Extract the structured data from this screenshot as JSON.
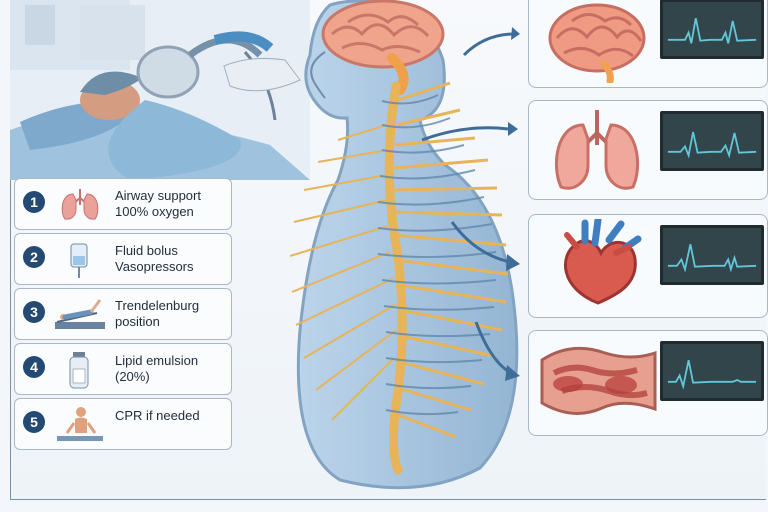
{
  "steps": [
    {
      "number": "1",
      "label": "Airway support\n100% oxygen",
      "icon": "lungs-icon"
    },
    {
      "number": "2",
      "label": "Fluid bolus\nVasopressors",
      "icon": "iv-bag-icon"
    },
    {
      "number": "3",
      "label": "Trendelenburg\nposition",
      "icon": "patient-bed-icon"
    },
    {
      "number": "4",
      "label": "Lipid emulsion\n(20%)",
      "icon": "vial-icon"
    },
    {
      "number": "5",
      "label": "CPR if needed",
      "icon": "cpr-icon"
    }
  ],
  "organs": [
    {
      "name": "brain-icon",
      "monitor": "ecg-monitor"
    },
    {
      "name": "lungs-icon",
      "monitor": "ecg-monitor"
    },
    {
      "name": "heart-icon",
      "monitor": "ecg-monitor"
    },
    {
      "name": "blood-vessel-icon",
      "monitor": "ecg-monitor"
    }
  ],
  "colors": {
    "badge": "#244a73",
    "frame": "#7b8fa6",
    "monitor_line": "#62c7d9",
    "spine": "#e7b45a"
  }
}
